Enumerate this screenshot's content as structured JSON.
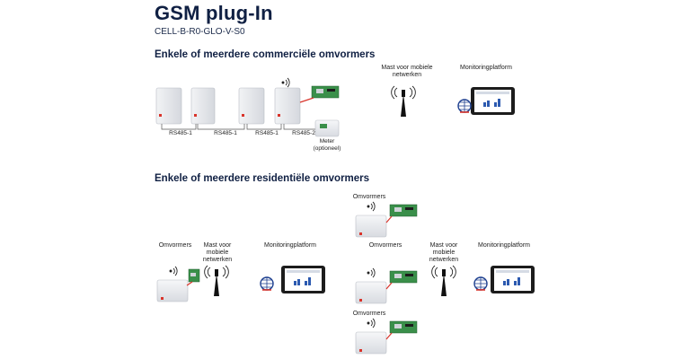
{
  "header": {
    "title": "GSM plug-In",
    "product_code": "CELL-B-R0-GLO-V-S0"
  },
  "commercial": {
    "heading": "Enkele of meerdere commerciële omvormers",
    "bus_labels": [
      "RS485-1",
      "RS485-1",
      "RS485-1",
      "RS485-2"
    ],
    "meter_label": "Meter\n(optioneel)",
    "mast_label": "Mast voor mobiele\nnetwerken",
    "monitoring_label": "Monitoringplatform"
  },
  "residential": {
    "heading": "Enkele of meerdere residentiële omvormers",
    "single": {
      "inverters_label": "Omvormers",
      "mast_label": "Mast voor\nmobiele\nnetwerken",
      "monitoring_label": "Monitoringplatform"
    },
    "multi": {
      "inverters_label_top": "Omvormers",
      "inverters_label_mid": "Omvormers",
      "inverters_label_bottom": "Omvormers",
      "mast_label": "Mast voor\nmobiele\nnetwerken",
      "monitoring_label": "Monitoringplatform"
    }
  },
  "colors": {
    "heading": "#102043",
    "cable": "#d9342b",
    "pcb": "#3a8f4a",
    "globe": "#1d3f8f"
  },
  "icons": [
    "wifi-signal-icon",
    "cell-tower-icon",
    "globe-icon",
    "tablet-icon",
    "inverter-icon",
    "gsm-card-icon",
    "meter-icon"
  ]
}
